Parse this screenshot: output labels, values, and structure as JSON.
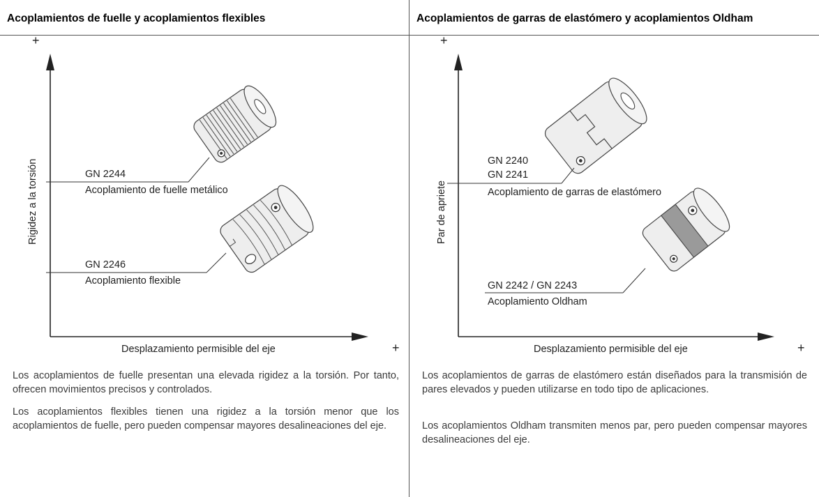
{
  "left": {
    "title": "Acoplamientos de fuelle y acoplamientos flexibles",
    "y_axis": "Rigidez a la torsión",
    "x_axis": "Desplazamiento permisible del eje",
    "plus": "+",
    "item1_code": "GN 2244",
    "item1_name": "Acoplamiento de fuelle metálico",
    "item2_code": "GN 2246",
    "item2_name": "Acoplamiento flexible",
    "para1": "Los acoplamientos de fuelle presentan una elevada rigidez a la torsión. Por tanto, ofrecen movimientos precisos y controlados.",
    "para2": "Los acoplamientos flexibles tienen una rigidez a la torsión menor que los acoplamientos de fuelle, pero pueden compensar mayores desalineaciones del eje."
  },
  "right": {
    "title": "Acoplamientos de garras de elastómero y acoplamientos Oldham",
    "y_axis": "Par de apriete",
    "x_axis": "Desplazamiento permisible del eje",
    "plus": "+",
    "item1_code_a": "GN 2240",
    "item1_code_b": "GN 2241",
    "item1_name": "Acoplamiento de garras de elastómero",
    "item2_code": "GN 2242 / GN 2243",
    "item2_name": "Acoplamiento Oldham",
    "para1": "Los acoplamientos de garras de elastómero están diseñados para la transmisión de pares elevados y pueden utilizarse en todo tipo de aplicaciones.",
    "para2": "Los acoplamientos Oldham transmiten menos par, pero pueden compensar mayores desalineaciones del eje."
  }
}
